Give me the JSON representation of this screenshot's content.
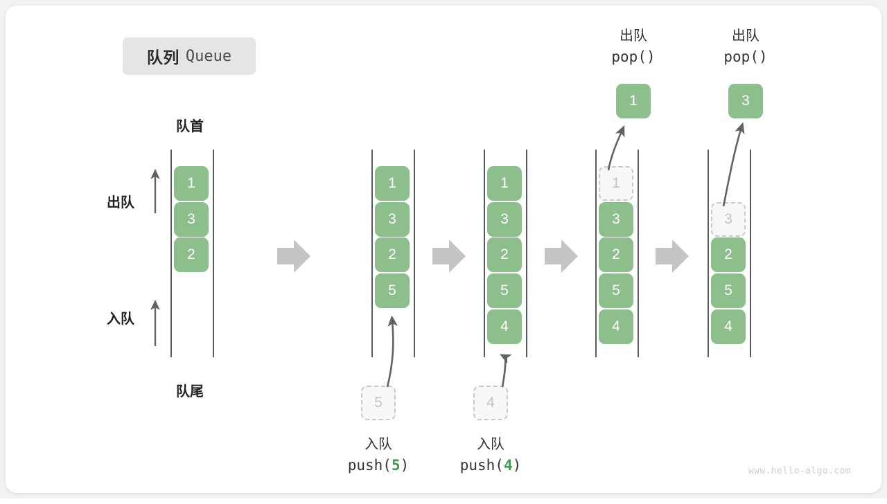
{
  "figure": {
    "title_cn": "队列",
    "title_en": "Queue",
    "watermark": "www.hello-algo.com"
  },
  "labels": {
    "front": "队首",
    "rear": "队尾",
    "dequeue": "出队",
    "enqueue": "入队"
  },
  "colors": {
    "cell_fill": "#8cbf8c",
    "cell_text": "#ffffff",
    "ghost_fill": "#f8f8f8",
    "ghost_border": "#c9c9c9",
    "ghost_text": "#c4c4c4",
    "rail": "#555a5e",
    "arrow": "#5f6368",
    "step_arrow": "#c4c4c4",
    "accent_code": "#3f9a4e",
    "badge_bg": "#e5e5e5"
  },
  "stages": [
    {
      "id": "initial",
      "cells": [
        {
          "value": "1",
          "state": "solid"
        },
        {
          "value": "3",
          "state": "solid"
        },
        {
          "value": "2",
          "state": "solid"
        }
      ],
      "incoming": null,
      "popped": null,
      "caption_cn": "",
      "caption_code": ""
    },
    {
      "id": "push-5",
      "cells": [
        {
          "value": "1",
          "state": "solid"
        },
        {
          "value": "3",
          "state": "solid"
        },
        {
          "value": "2",
          "state": "solid"
        },
        {
          "value": "5",
          "state": "solid"
        }
      ],
      "incoming": {
        "value": "5",
        "state": "ghost"
      },
      "popped": null,
      "caption_cn": "入队",
      "caption_code": "push(5)",
      "caption_arg": "5"
    },
    {
      "id": "push-4",
      "cells": [
        {
          "value": "1",
          "state": "solid"
        },
        {
          "value": "3",
          "state": "solid"
        },
        {
          "value": "2",
          "state": "solid"
        },
        {
          "value": "5",
          "state": "solid"
        },
        {
          "value": "4",
          "state": "solid"
        }
      ],
      "incoming": {
        "value": "4",
        "state": "ghost"
      },
      "popped": null,
      "caption_cn": "入队",
      "caption_code": "push(4)",
      "caption_arg": "4"
    },
    {
      "id": "pop-1",
      "cells": [
        {
          "value": "1",
          "state": "ghost"
        },
        {
          "value": "3",
          "state": "solid"
        },
        {
          "value": "2",
          "state": "solid"
        },
        {
          "value": "5",
          "state": "solid"
        },
        {
          "value": "4",
          "state": "solid"
        }
      ],
      "incoming": null,
      "popped": {
        "value": "1",
        "state": "solid"
      },
      "caption_cn": "出队",
      "caption_code": "pop()",
      "caption_arg": ""
    },
    {
      "id": "pop-3",
      "cells": [
        {
          "value": "",
          "state": "empty"
        },
        {
          "value": "3",
          "state": "ghost"
        },
        {
          "value": "2",
          "state": "solid"
        },
        {
          "value": "5",
          "state": "solid"
        },
        {
          "value": "4",
          "state": "solid"
        }
      ],
      "incoming": null,
      "popped": {
        "value": "3",
        "state": "solid"
      },
      "caption_cn": "出队",
      "caption_code": "pop()",
      "caption_arg": ""
    }
  ]
}
